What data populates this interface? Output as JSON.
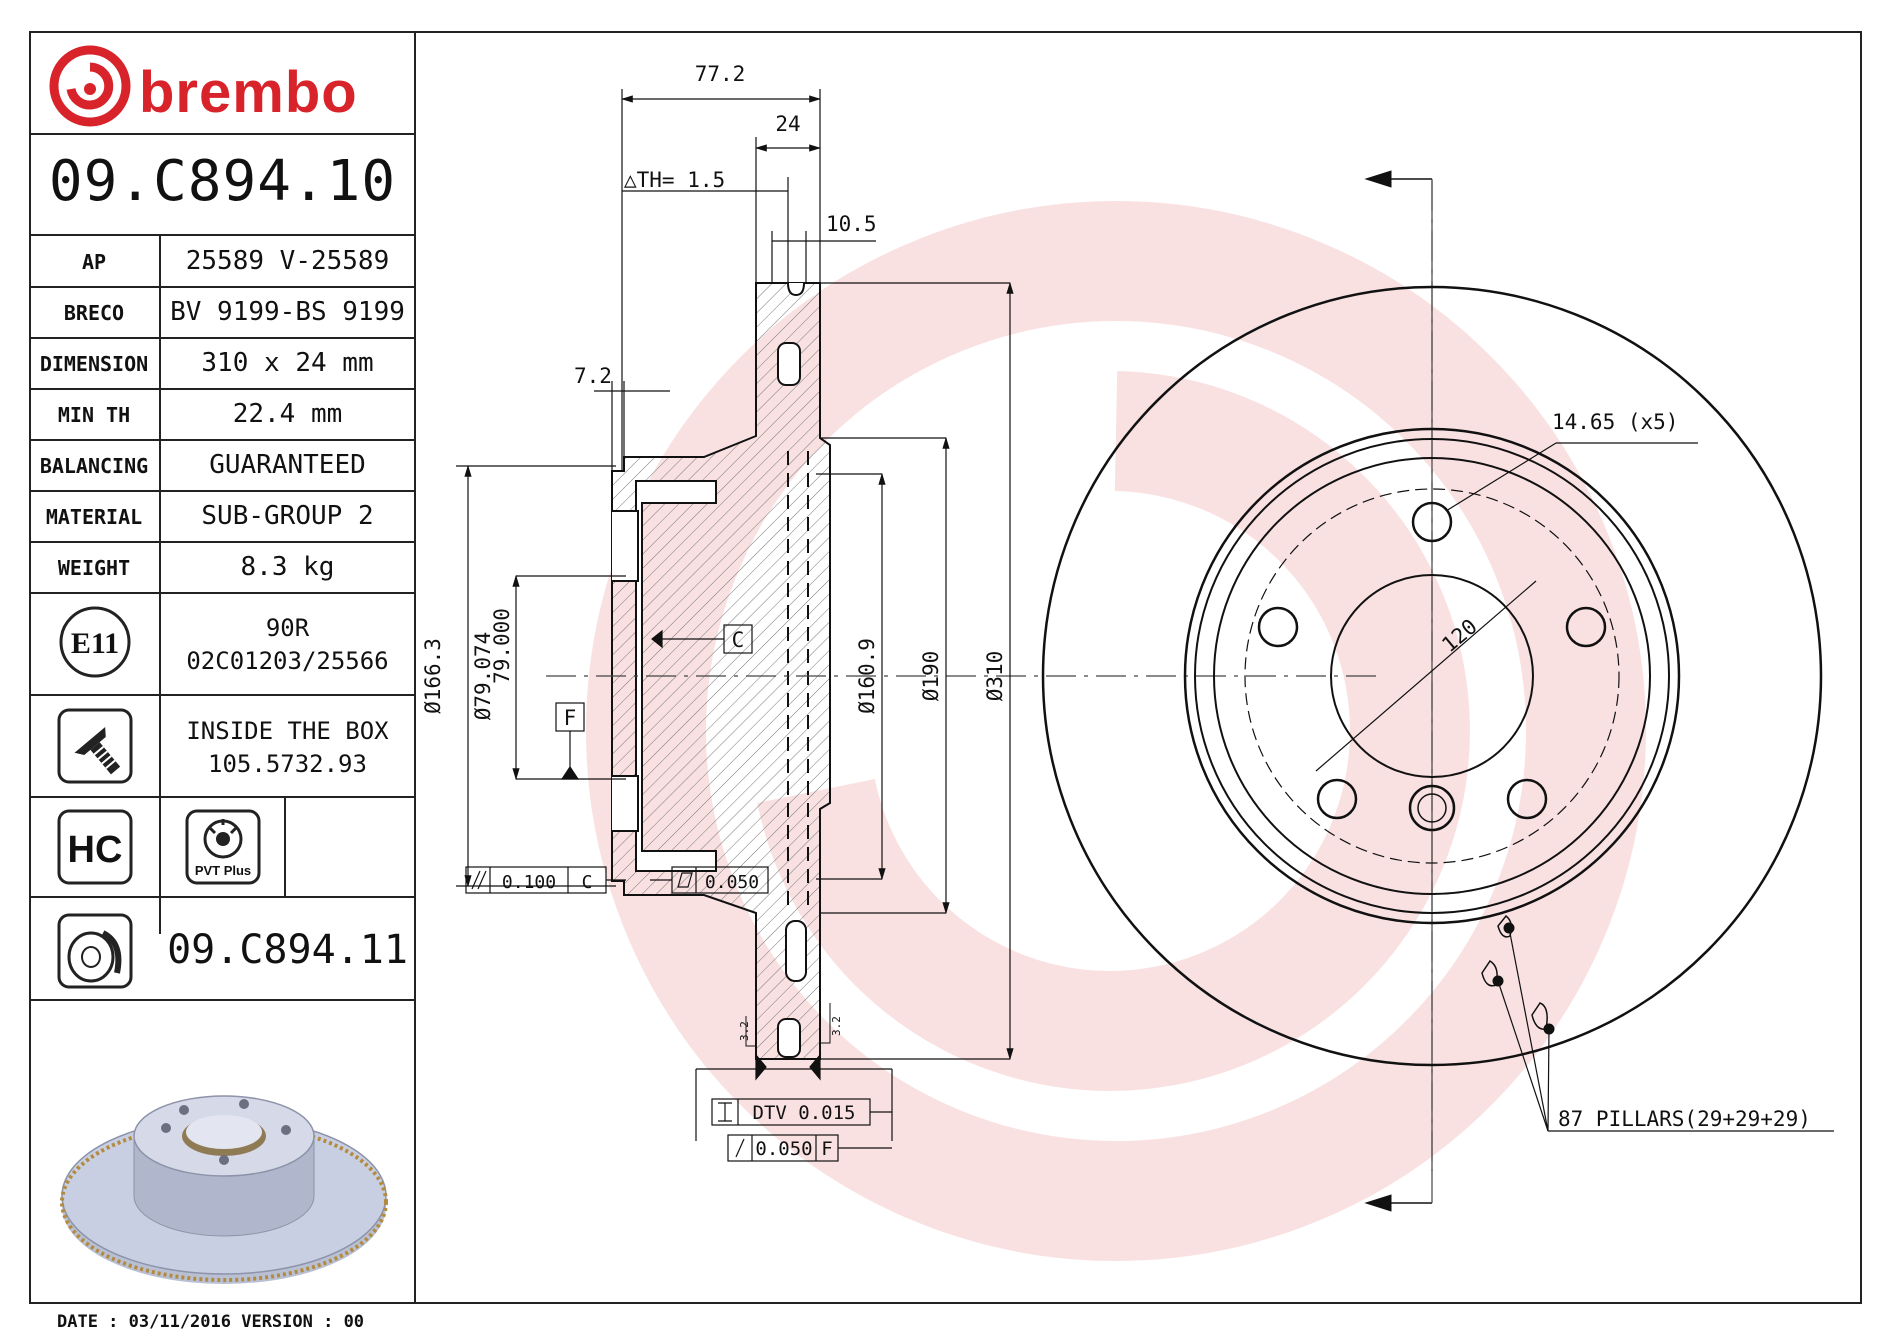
{
  "brand": {
    "name": "brembo",
    "color": "#d8232a"
  },
  "part_number": "09.C894.10",
  "specs": [
    {
      "label": "AP",
      "value": "25589 V-25589"
    },
    {
      "label": "BRECO",
      "value": "BV 9199-BS 9199"
    },
    {
      "label": "DIMENSION",
      "value": "310 x 24 mm"
    },
    {
      "label": "MIN TH",
      "value": "22.4 mm"
    },
    {
      "label": "BALANCING",
      "value": "GUARANTEED"
    },
    {
      "label": "MATERIAL",
      "value": "SUB-GROUP 2"
    },
    {
      "label": "WEIGHT",
      "value": "8.3 kg"
    }
  ],
  "approval": {
    "badge": "E11",
    "line1": "90R",
    "line2": "02C01203/25566"
  },
  "inside_box": {
    "line1": "INSIDE THE BOX",
    "line2": "105.5732.93"
  },
  "hc_badge": "HC",
  "pvt_badge": "PVT Plus",
  "variant_part_number": "09.C894.11",
  "footer": "DATE : 03/11/2016 VERSION : 00",
  "dimensions": {
    "overall_height": "77.2",
    "thickness": "24",
    "th_note": "△TH= 1.5",
    "width_10_5": "10.5",
    "hat_7_2": "7.2",
    "d_166_3": "Ø166.3",
    "d_79_074": "Ø79.074",
    "d_79_000": "79.000",
    "d_160_9": "Ø160.9",
    "d_190": "Ø190",
    "d_310": "Ø310",
    "bolt_hole": "14.65 (x5)",
    "pcd": "120",
    "pillars": "87 PILLARS(29+29+29)",
    "datum_c": "C",
    "datum_f": "F",
    "tol_parallel": "0.100",
    "tol_parallel_ref": "C",
    "tol_flat": "0.050",
    "dtv": "DTV 0.015",
    "runout": "0.050",
    "runout_ref": "F",
    "small_3_2a": "3.2",
    "small_3_2b": "3.2"
  }
}
